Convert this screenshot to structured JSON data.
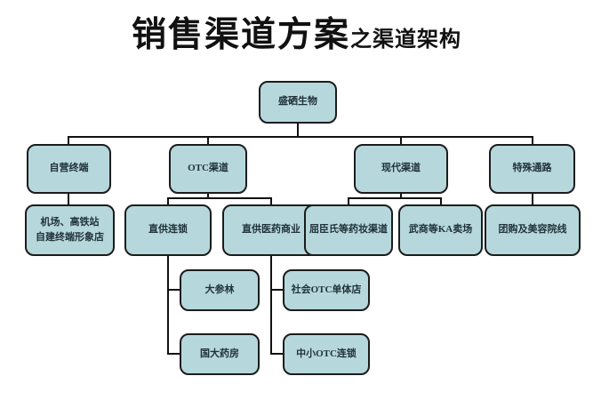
{
  "title": {
    "main": "销售渠道方案",
    "sub": "之渠道架构"
  },
  "colors": {
    "background": "#ffffff",
    "node_fill": "#b6d8dc",
    "node_border": "#1c1c1c",
    "node_text": "#21333a",
    "connector": "#111111",
    "title_color": "#111111"
  },
  "diagram_type": "org-chart",
  "nodes": {
    "root": {
      "label": "盛硒生物"
    },
    "self_terminal": {
      "label": "自营终端",
      "parent": "root"
    },
    "otc_channel": {
      "label": "OTC渠道",
      "parent": "root"
    },
    "modern_channel": {
      "label": "现代渠道",
      "parent": "root"
    },
    "special_channel": {
      "label": "特殊通路",
      "parent": "root"
    },
    "airport_stores": {
      "label": "机场、高铁站自建终端形象店",
      "line1": "机场、高铁站",
      "line2": "自建终端形象店",
      "parent": "self_terminal"
    },
    "direct_chain": {
      "label": "直供连锁",
      "parent": "otc_channel"
    },
    "direct_pharma": {
      "label": "直供医药商业",
      "parent": "otc_channel"
    },
    "watsons_channel": {
      "label": "屈臣氏等药妆渠道",
      "parent": "modern_channel"
    },
    "ka_stores": {
      "label": "武商等KA卖场",
      "parent": "modern_channel"
    },
    "group_buy_beauty": {
      "label": "团购及美容院线",
      "parent": "special_channel"
    },
    "dashenlin": {
      "label": "大参林",
      "parent": "direct_chain"
    },
    "guoda_pharmacy": {
      "label": "国大药房",
      "parent": "direct_chain"
    },
    "social_otc_stores": {
      "label": "社会OTC单体店",
      "parent": "direct_pharma"
    },
    "small_otc_chains": {
      "label": "中小OTC连锁",
      "parent": "direct_pharma"
    }
  }
}
